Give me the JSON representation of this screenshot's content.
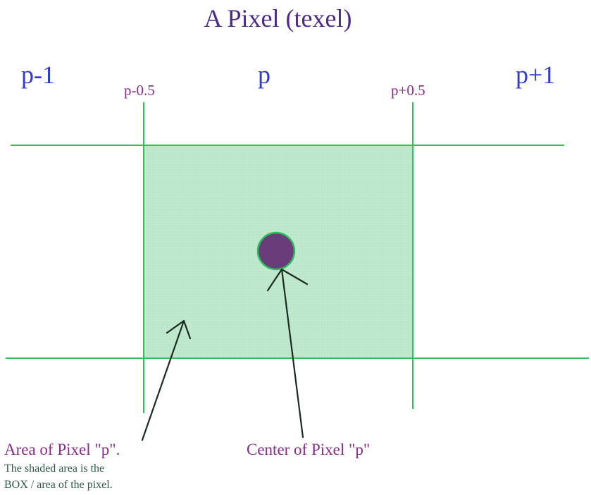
{
  "title": "A Pixel (texel)",
  "columns": {
    "prev": "p-1",
    "current": "p",
    "next": "p+1"
  },
  "bounds": {
    "left": "p-0.5",
    "right": "p+0.5"
  },
  "annotations": {
    "area_caption": "Area of Pixel \"p\".",
    "area_note_line1": "The shaded area is the",
    "area_note_line2": "BOX / area of the pixel.",
    "center_caption": "Center of Pixel \"p\""
  },
  "colors": {
    "grid_line": "#2ec05a",
    "pixel_fill": "#b8e6c8",
    "center_dot": "#6a3d7a",
    "arrow": "#1c2a24",
    "title": "#4b2a8a",
    "column_label": "#2f3bd6",
    "bound_label": "#8a2a8a"
  }
}
